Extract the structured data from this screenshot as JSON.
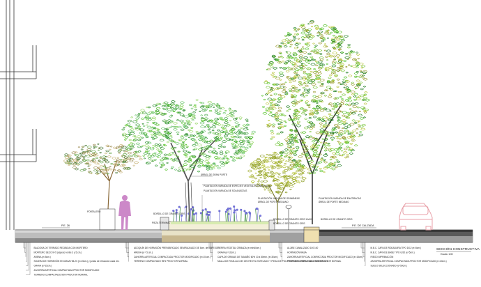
{
  "title": "SECCIÓN CONSTRUCTIVA",
  "scale": "Escala: 1/30",
  "colors": {
    "tree_dark": "#1a7a1a",
    "tree_light": "#55c22a",
    "tree_olive": "#8a9a20",
    "tree_yellow": "#b8c43a",
    "person": "#cc88c8",
    "car": "#e8a0a8",
    "bench": "#b8d88a",
    "flowers": "#6a6ad0",
    "line": "#222222"
  },
  "levels": {
    "left": "P.E. 26",
    "right": "P.E. DE CALZADA"
  },
  "tree_labels": [
    "ÁRBOL DE GRAN PORTE",
    "PLANTACIÓN VARIADA DE ESPECIES VEGETALES ENATIRACAS",
    "PLANTACIÓN VARIADA DE SOLANÁCEAS",
    "PLANTACIÓN VARIADA DE GRAMÍNEAS",
    "ÁRBOL DE PORTE MEDIANO",
    "PLANTACIÓN VARIADA DE ENATIRACAS",
    "ÁRBOL DE PORTE MEDIANO"
  ],
  "mid_labels": [
    "PORTALERO",
    "BORDILLO DE GRANITO GRIS",
    "PIEZA TERMINAL",
    "BORDILLO DE GRANITO GRIS 10x20",
    "BORDILLO DE GRANITO GRIS",
    "BORDILLO DE GRANITO GRIS"
  ],
  "bottom_labels": {
    "col1": [
      "BALDOSA DE TERRAZO RECIBIDA CON MORTERO",
      "MORTERO SECO M-5 (espesor entre 3 y 5 cm.)",
      "ARENA (e=5cm.)",
      "SOLERA DE HORMIGÓN EN MASA HM-20 (e=15cm.) y juntas de retracción cada 4m.",
      "GRAVA (e=15cm.)",
      "ZAHORRA ARTIFICIAL COMPACTADA PROCTOR MODIFICADO",
      "TERRENO COMPACTADO 95% PROCTOR NORMAL"
    ],
    "col2": [
      "ADOQUÍN DE HORMIGÓN PREFABRICADO SEMIRAJUADO DE 8cm. de ESPESOR",
      "ARENA (e = 5 cm.)",
      "ZAHORRA ARTIFICIAL COMPACTADA PROCTOR MODIFICADO (e=15 cm.)",
      "TERRENO COMPACTADO 95% PROCTOR NORMAL"
    ],
    "col3": [
      "TIERRA VEGETAL CRIBADA (e=min40cm.)",
      "GRAVA (e=10cm.)",
      "CAPA DE GRAVAS DE TAMAÑO 60% 10 a 80mm. (e=30cm.)",
      "MALLA DE REJILLA CON GEOTEXTIL ENTELADO Y PIEZA DE POLIPROPILENO PARA SUELOS ARMADOS"
    ],
    "col4": [
      "ALJIBE CANALIZADO 100 100",
      "HORMIGÓN MASA",
      "ZAHORRA ARTIFICIAL COMPACTADA PROCTOR MODIFICADO (e=15cm.)",
      "TERRENO COMPACTADO 98% PROCTOR NORMAL"
    ],
    "col5": [
      "M.B.C. CAPA DE RODADURA TIPO D/12 (e=5cm.)",
      "M.B.C. CAPA DE BASE TIPO G/20 (e=5cm.)",
      "RIEGO IMPRIMACIÓN",
      "ZAHORRA ARTIFICIAL COMPACTADA PROCTOR MODIFICADO (e=20cm.)",
      "SUELO SELECCIONADO (e=50cm.)"
    ]
  }
}
